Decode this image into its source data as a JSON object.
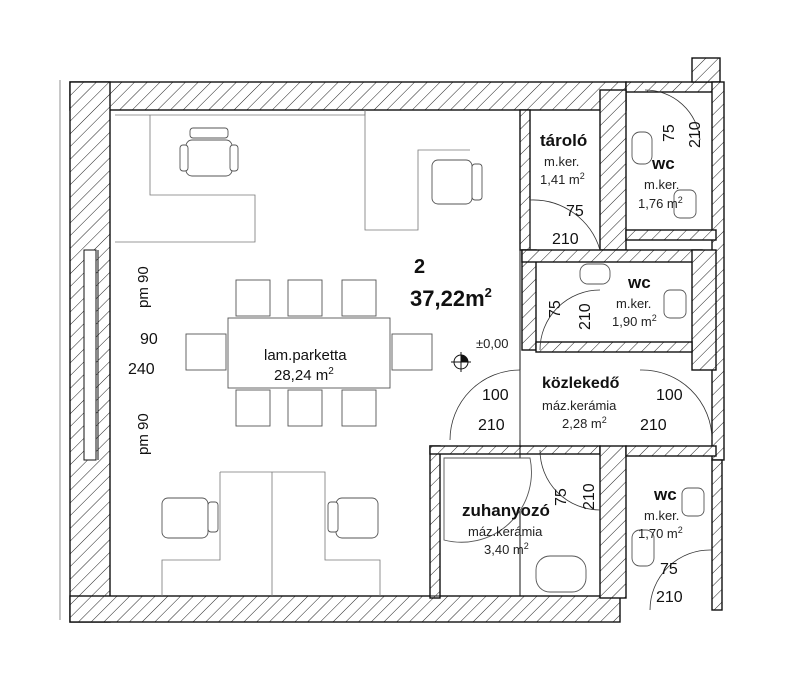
{
  "rooms": {
    "main": {
      "number": "2",
      "area": "37,22",
      "area_unit": "m",
      "area_sup": "2",
      "floor": "lam.parketta",
      "floor_area": "28,24 m",
      "floor_sup": "2",
      "level": "±0,00"
    },
    "storage": {
      "name": "tároló",
      "floor": "m.ker.",
      "area": "1,41 m",
      "sup": "2"
    },
    "wc1": {
      "name": "wc",
      "floor": "m.ker.",
      "area": "1,76 m",
      "sup": "2"
    },
    "wc2": {
      "name": "wc",
      "floor": "m.ker.",
      "area": "1,90 m",
      "sup": "2"
    },
    "corridor": {
      "name": "közlekedő",
      "floor": "máz.kerámia",
      "area": "2,28 m",
      "sup": "2"
    },
    "shower": {
      "name": "zuhanyozó",
      "floor": "máz.kerámia",
      "area": "3,40 m",
      "sup": "2"
    },
    "wc3": {
      "name": "wc",
      "floor": "m.ker.",
      "area": "1,70 m",
      "sup": "2"
    }
  },
  "windows": {
    "upper": "pm 90",
    "lower": "pm 90"
  },
  "dimensions": {
    "d75": "75",
    "d90": "90",
    "d100": "100",
    "d210": "210",
    "d240": "240"
  }
}
